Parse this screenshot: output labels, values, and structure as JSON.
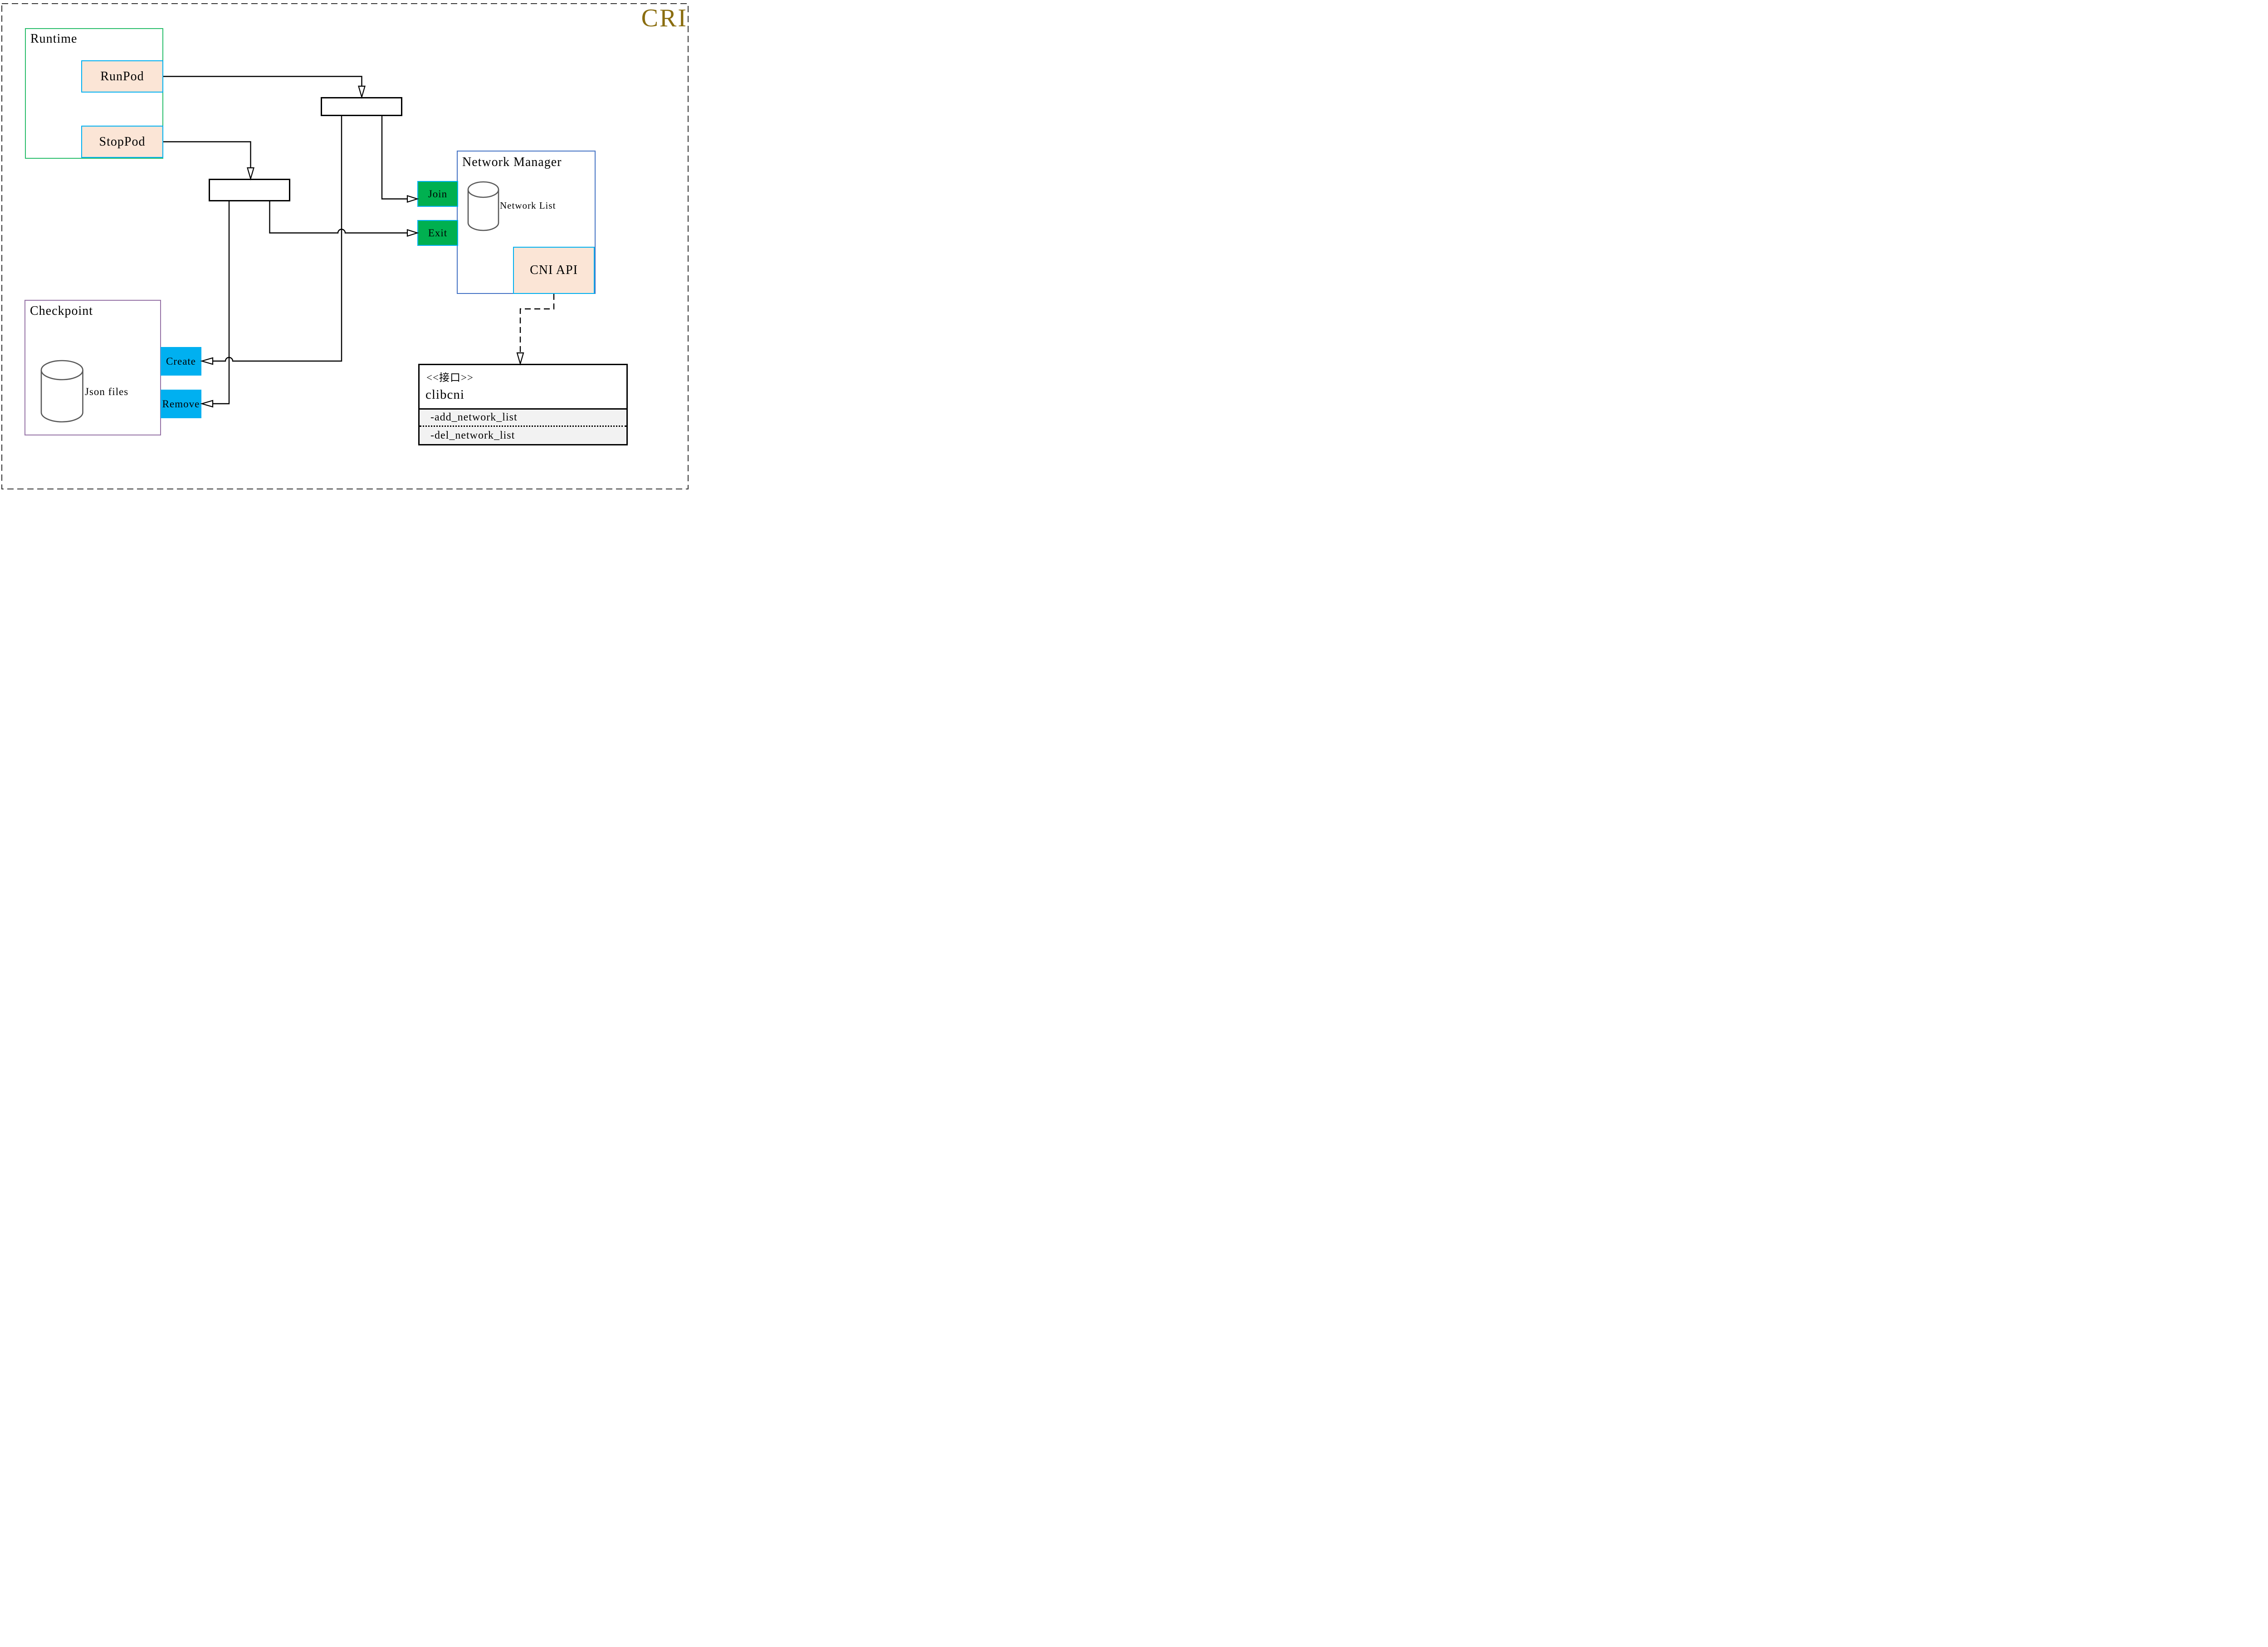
{
  "title": {
    "label": "CRI"
  },
  "runtime": {
    "label": "Runtime",
    "runpod": "RunPod",
    "stoppod": "StopPod"
  },
  "checkpoint": {
    "label": "Checkpoint",
    "database_label": "Json files",
    "create": "Create",
    "remove": "Remove"
  },
  "network_manager": {
    "label": "Network Manager",
    "database_label": "Network List",
    "join": "Join",
    "exit": "Exit",
    "cni_api": "CNI API"
  },
  "clibcni": {
    "stereotype": "<<接口>>",
    "name": "clibcni",
    "methods": [
      "-add_network_list",
      "-del_network_list"
    ]
  },
  "colors": {
    "cri_title": "#8A6D10",
    "runtime_border": "#2BBE6C",
    "checkpoint_border": "#9673A6",
    "network_manager_border": "#4472C4",
    "small_box_border": "#00B0F0",
    "peach_fill": "#FBE5D6",
    "green_fill": "#00B050",
    "blue_fill": "#00B0F0",
    "attr_section_fill": "#F2F2F2",
    "cylinder_stroke": "#595959",
    "line_color": "#000000"
  }
}
